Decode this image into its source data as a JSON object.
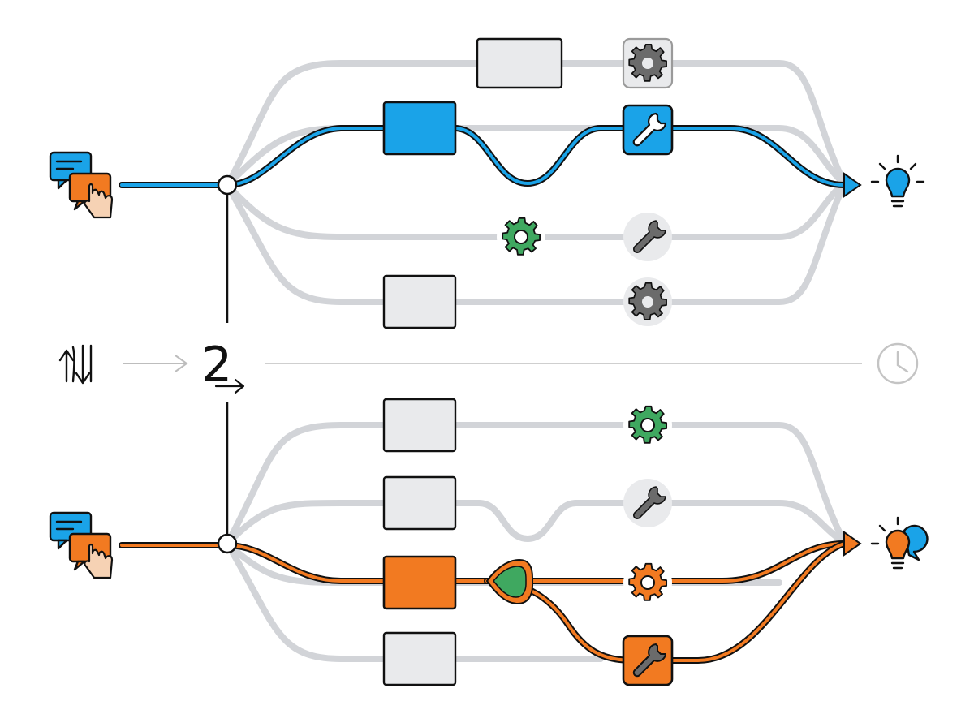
{
  "diagram": {
    "step_number": "2",
    "colors": {
      "track": "#d2d4d8",
      "active_blue": "#1aa3e8",
      "active_orange": "#f27a21",
      "outline": "#111111",
      "gear_green": "#3fa860",
      "node_gray_fill": "#e9eaec",
      "node_gray_icon": "#6b6b6b",
      "timeline": "#c8c8c8",
      "skin": "#f6d2b4"
    },
    "icons": {
      "input": "chat-bubbles-with-tapping-hand-icon",
      "output": "lightbulb-icon",
      "swap": "up-down-arrows-icon",
      "clock": "clock-icon",
      "process_box": "wavy-lines-box-icon",
      "gear": "gear-icon",
      "wrench": "wrench-icon"
    },
    "panels": [
      {
        "active_color": "blue",
        "lanes": [
          {
            "box": "gray",
            "tool": "gear",
            "tool_style": "gray-box",
            "active": false
          },
          {
            "box": "blue",
            "tool": "wrench",
            "tool_style": "blue-box",
            "active": true
          },
          {
            "box": "none",
            "tool": "gear",
            "tool_style": "green-gear",
            "second_tool": "wrench",
            "active": false
          },
          {
            "box": "gray",
            "tool": "gear",
            "tool_style": "gray-circle",
            "active": false
          }
        ]
      },
      {
        "active_color": "orange",
        "lanes": [
          {
            "box": "gray",
            "tool": "gear",
            "tool_style": "green-gear",
            "active": false
          },
          {
            "box": "gray",
            "tool": "wrench",
            "tool_style": "gray-circle",
            "active": false
          },
          {
            "box": "orange",
            "tool": "gear",
            "tool_style": "orange-gear",
            "active": true
          },
          {
            "box": "gray",
            "tool": "wrench",
            "tool_style": "orange-box",
            "active": true
          }
        ]
      }
    ]
  }
}
